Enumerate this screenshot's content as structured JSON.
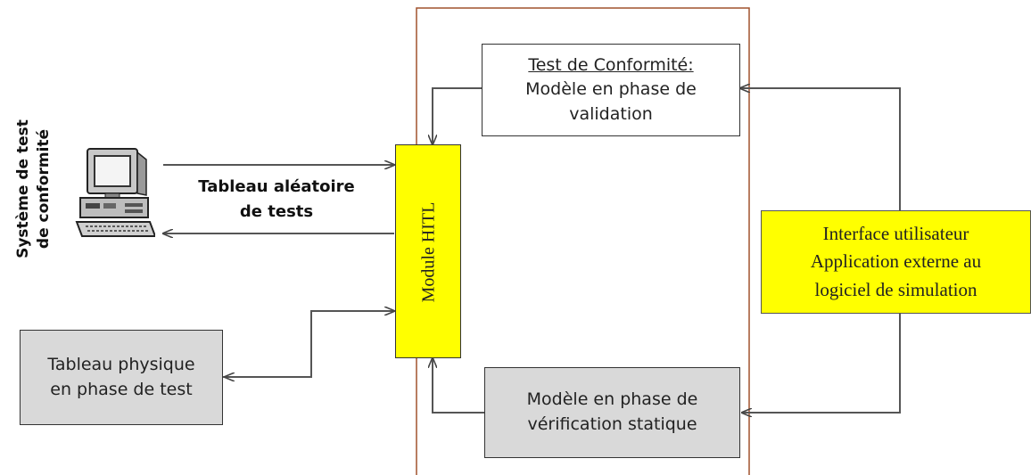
{
  "system_label": {
    "line1": "Système de test",
    "line2": "de conformité"
  },
  "random_table": {
    "line1": "Tableau aléatoire",
    "line2": "de tests"
  },
  "conformity_box": {
    "title": "Test de Conformité:",
    "line1": "Modèle en phase de",
    "line2": "validation"
  },
  "hitl_module": {
    "label": "Module HITL"
  },
  "interface_box": {
    "line1": "Interface utilisateur",
    "line2": "Application externe au",
    "line3": "logiciel de simulation"
  },
  "physical_box": {
    "line1": "Tableau physique",
    "line2": "en phase de test"
  },
  "static_box": {
    "line1": "Modèle en phase de",
    "line2": "vérification statique"
  },
  "colors": {
    "hitl_fill": "#ffff00",
    "gray_fill": "#d9d9d9",
    "frame": "#a0522d",
    "line": "#555555"
  },
  "icons": {
    "computer": "computer-icon"
  }
}
